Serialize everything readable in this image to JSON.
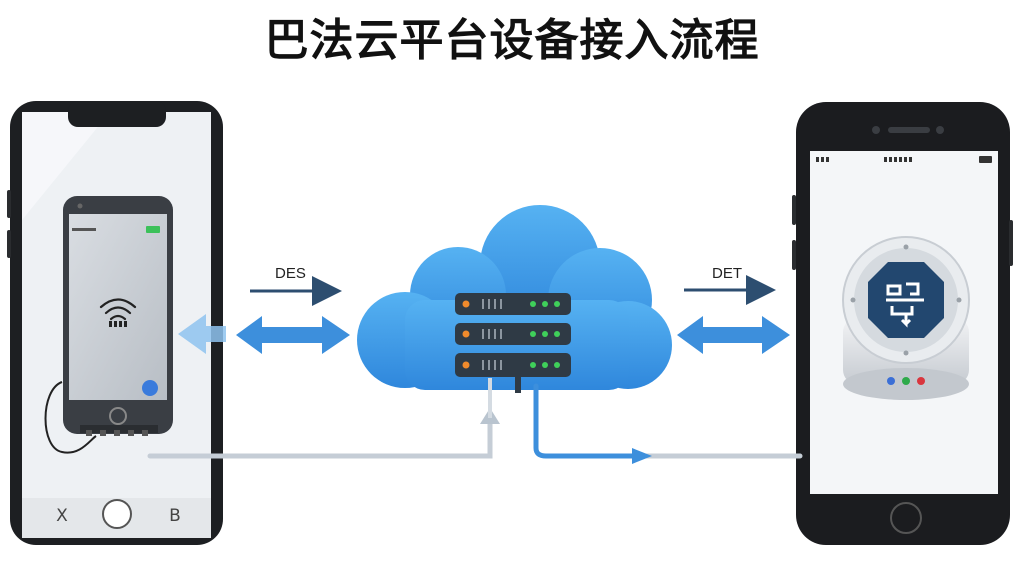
{
  "title": "巴法云平台设备接入流程",
  "arrows": {
    "left_label": "DES",
    "right_label": "DET"
  },
  "left_phone": {
    "bottom_left_glyph": "X",
    "bottom_right_glyph": "B"
  },
  "right_phone": {
    "device_badge_colors": [
      "#3b6fd6",
      "#2eaa4a",
      "#d9363e"
    ]
  },
  "colors": {
    "cloud": "#3d9be9",
    "arrow": "#3d8fdc",
    "arrow_dark": "#2d4e70",
    "server": "#2f3a45",
    "led_orange": "#f08a2c",
    "led_green": "#3fcf5a"
  }
}
